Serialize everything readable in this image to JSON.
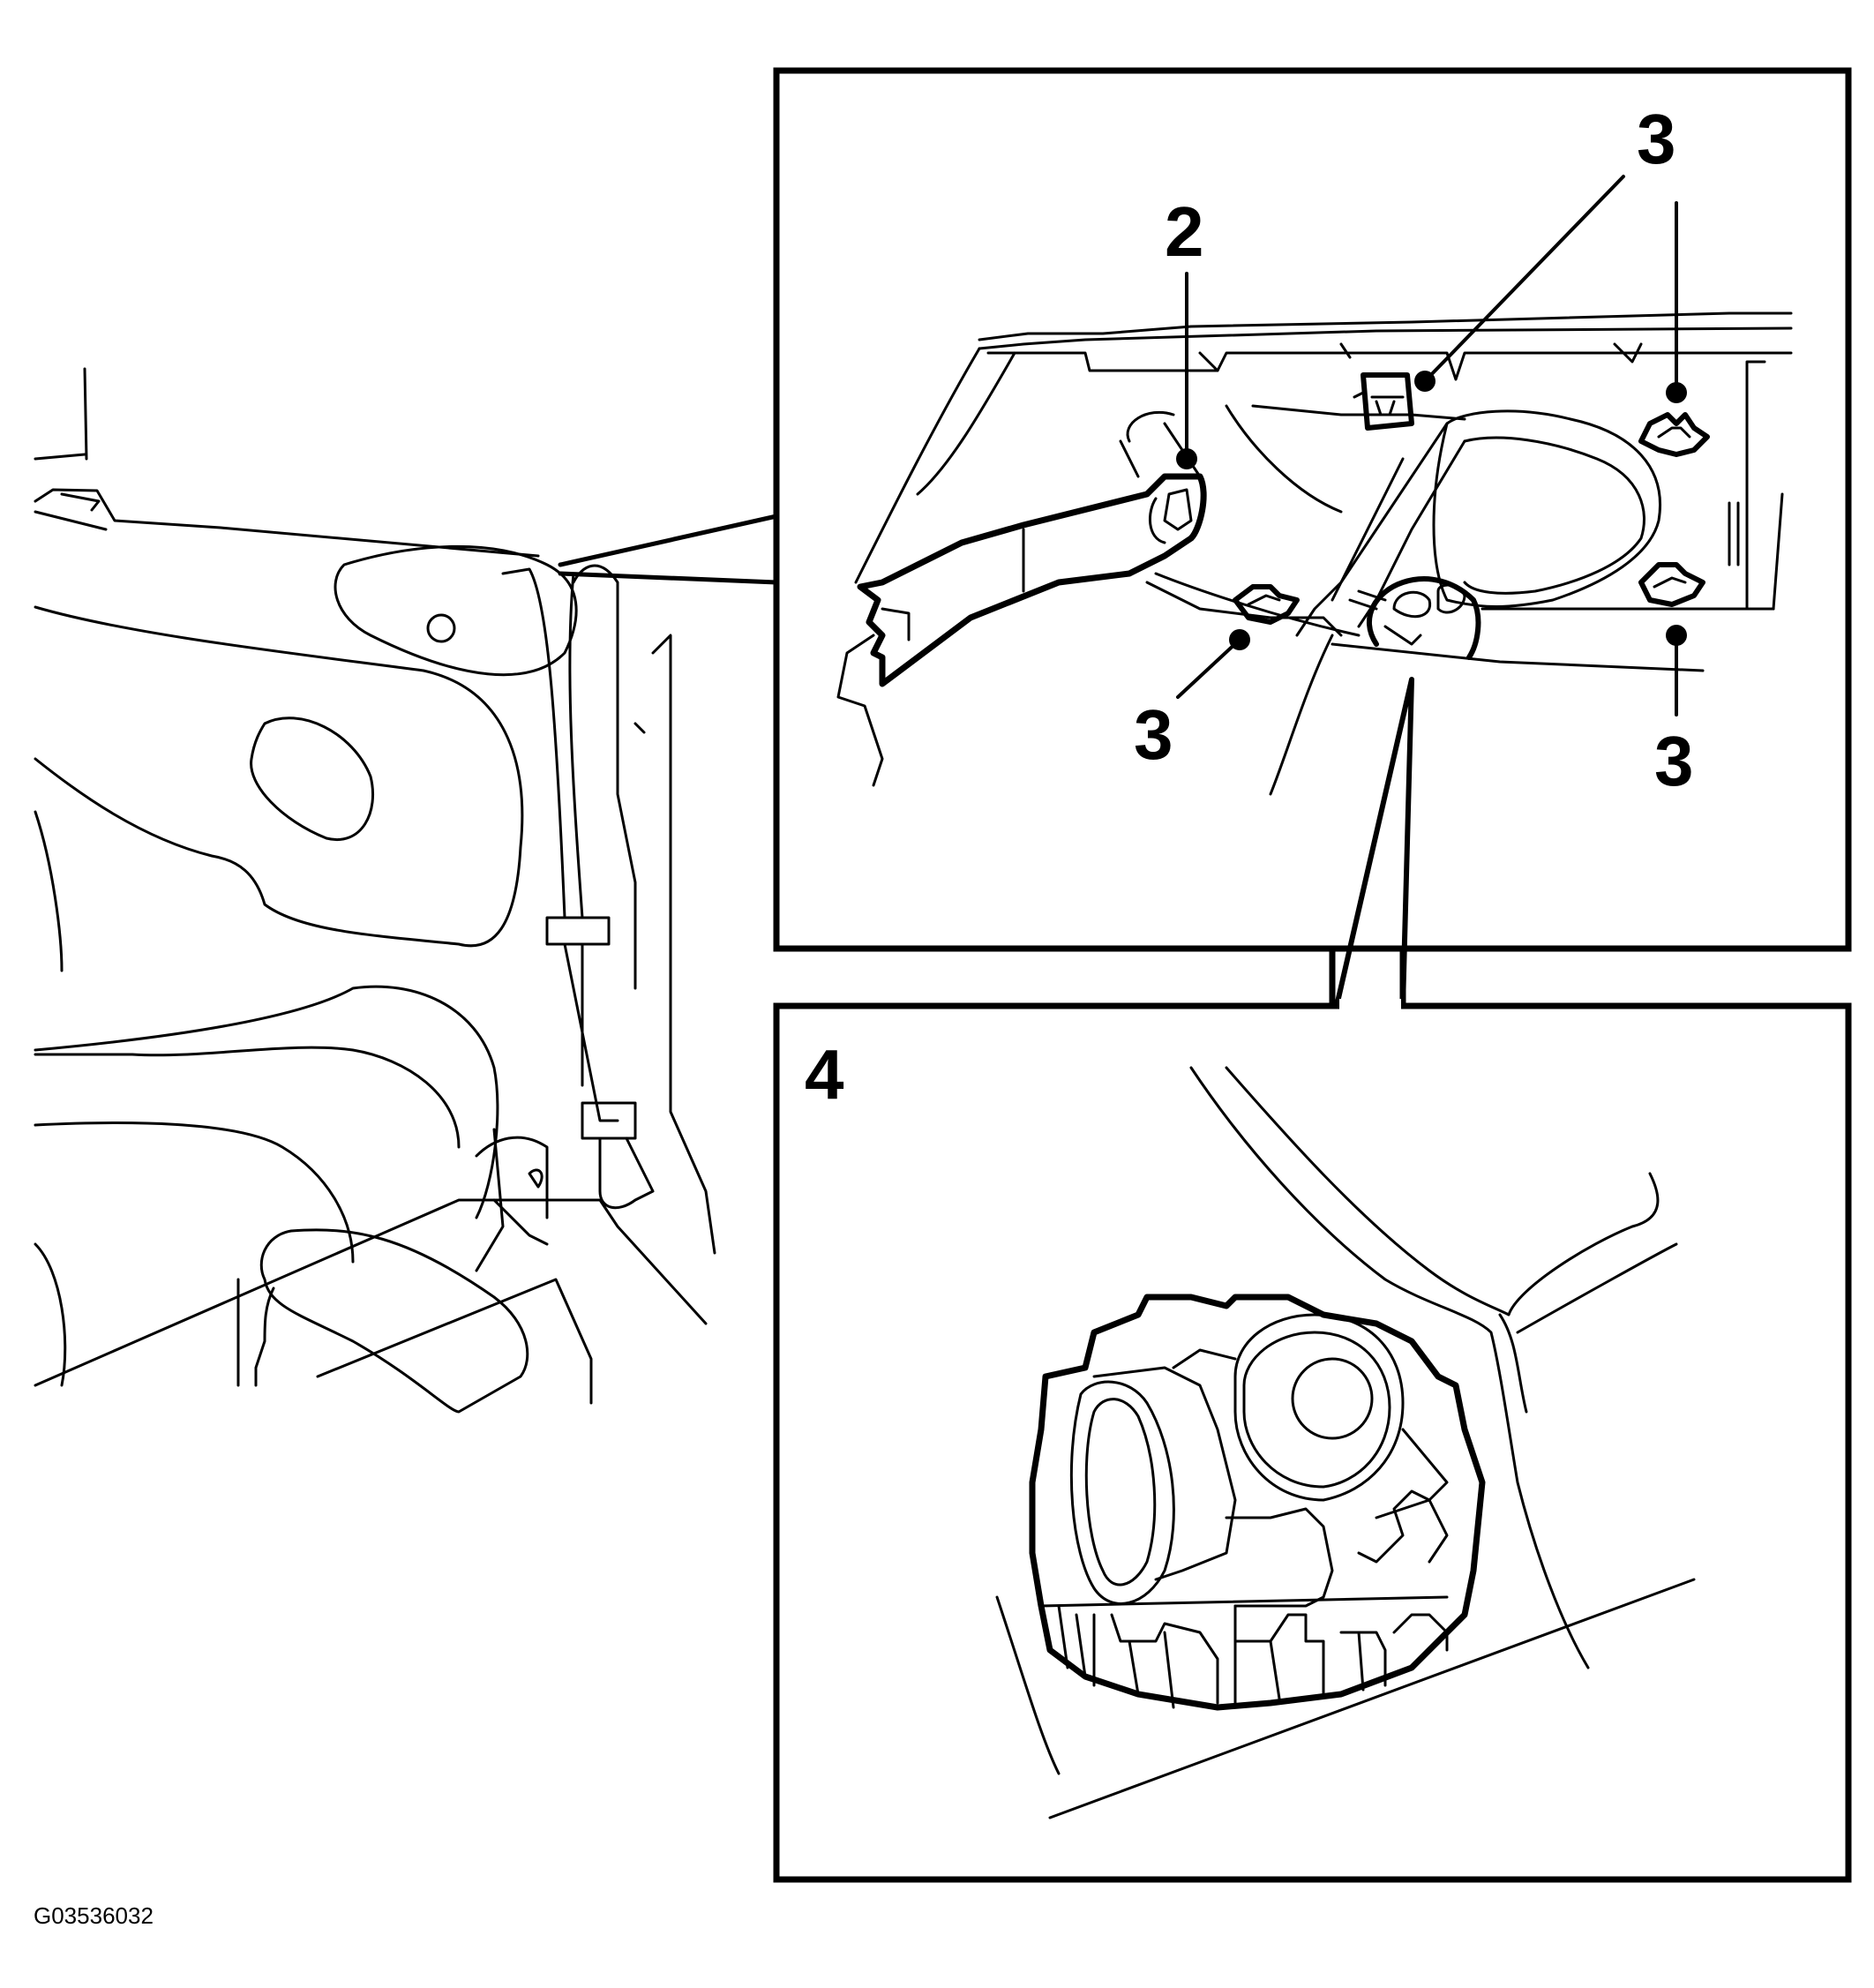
{
  "figure_code": "G03536032",
  "callouts": {
    "c2": "2",
    "c3_top": "3",
    "c3_right_top": "3",
    "c3_left_bottom": "3",
    "c3_right_bottom": "3",
    "c4": "4"
  }
}
